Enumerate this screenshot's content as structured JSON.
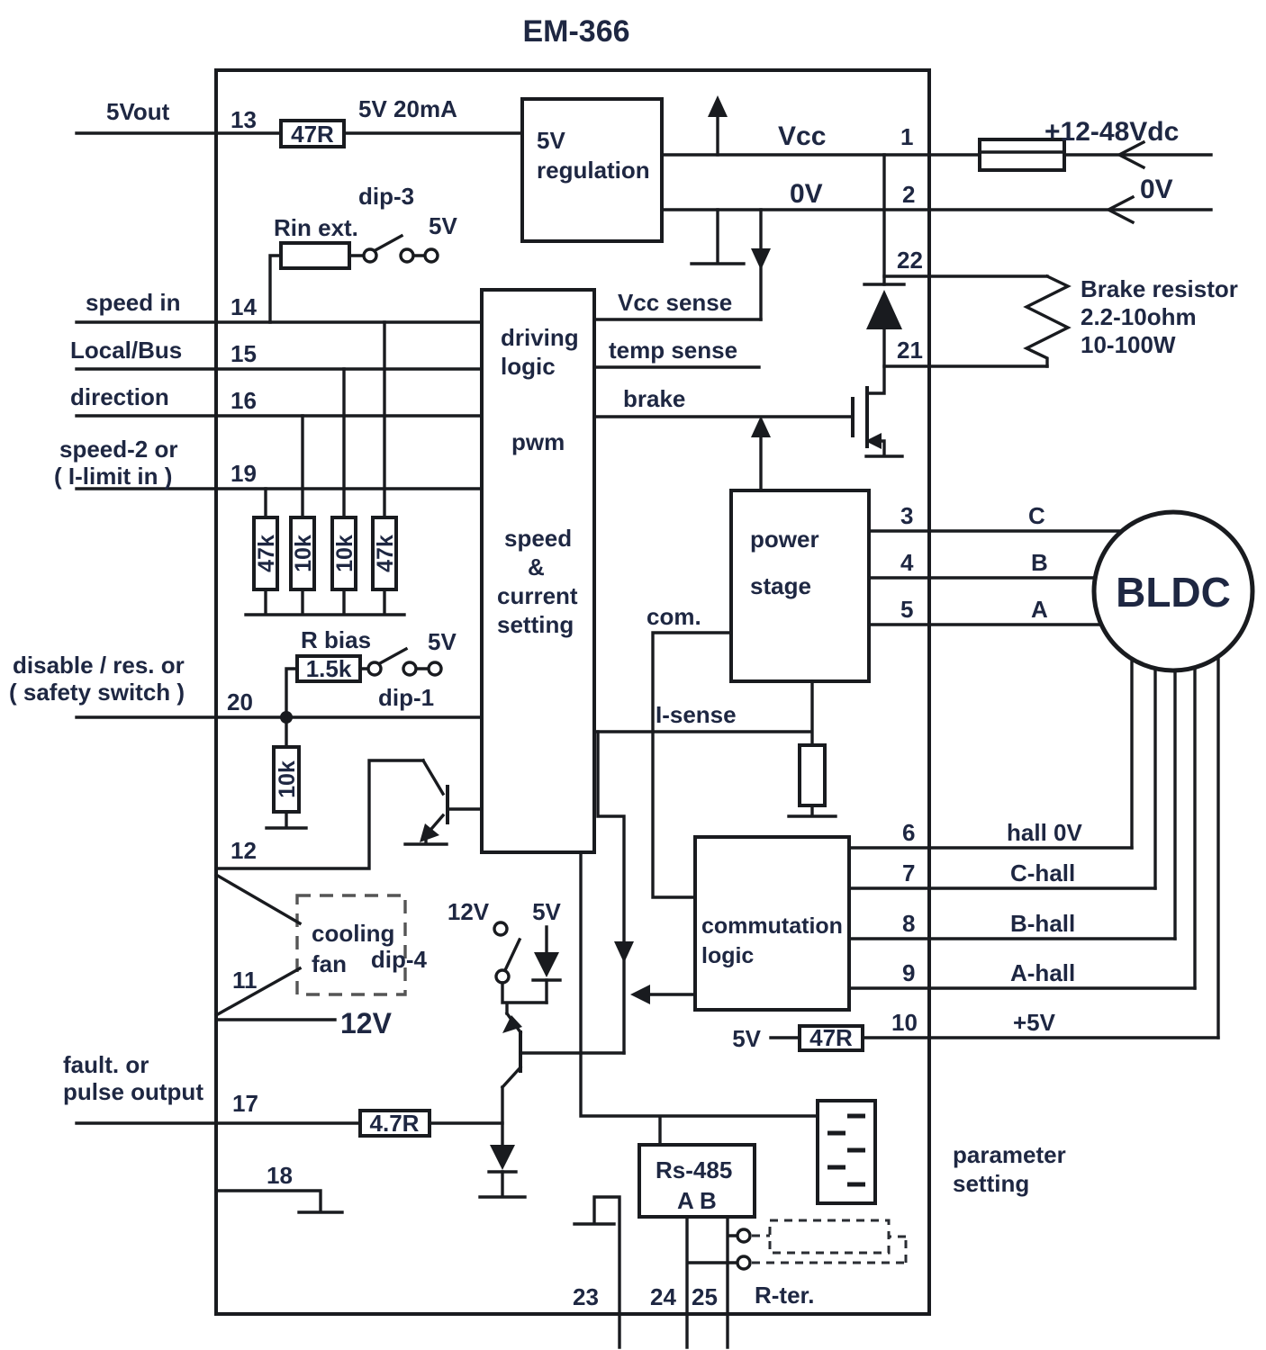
{
  "title": "EM-366",
  "io_left": {
    "vout": "5Vout",
    "speed_in": "speed in",
    "local_bus": "Local/Bus",
    "direction": "direction",
    "speed2_1": "speed-2 or",
    "speed2_2": "( I-limit in )",
    "disable_1": "disable / res.  or",
    "disable_2": "( safety switch )",
    "fault_1": "fault. or",
    "fault_2": "pulse output",
    "v12": "12V"
  },
  "io_right": {
    "vdc": "+12-48Vdc",
    "v0": "0V",
    "brake_res_1": "Brake resistor",
    "brake_res_2": "2.2-10ohm",
    "brake_res_3": "10-100W",
    "phase_c": "C",
    "phase_b": "B",
    "phase_a": "A",
    "motor": "BLDC",
    "hall_0v": "hall 0V",
    "c_hall": "C-hall",
    "b_hall": "B-hall",
    "a_hall": "A-hall",
    "p5": "+5V",
    "param_1": "parameter",
    "param_2": "setting",
    "rter": "R-ter."
  },
  "pins": {
    "p1": "1",
    "p2": "2",
    "p3": "3",
    "p4": "4",
    "p5": "5",
    "p6": "6",
    "p7": "7",
    "p8": "8",
    "p9": "9",
    "p10": "10",
    "p11": "11",
    "p12": "12",
    "p13": "13",
    "p14": "14",
    "p15": "15",
    "p16": "16",
    "p17": "17",
    "p18": "18",
    "p19": "19",
    "p20": "20",
    "p21": "21",
    "p22": "22",
    "p23": "23",
    "p24": "24",
    "p25": "25"
  },
  "blocks": {
    "reg_1": "5V",
    "reg_2": "regulation",
    "drv_1": "driving",
    "drv_2": "logic",
    "drv_3": "pwm",
    "drv_4": "speed",
    "drv_5": "&",
    "drv_6": "current",
    "drv_7": "setting",
    "pwr_1": "power",
    "pwr_2": "stage",
    "com_1": "commutation",
    "com_2": "logic",
    "rs_1": "Rs-485",
    "rs_2": "A  B",
    "fan_1": "cooling",
    "fan_2": "fan"
  },
  "signals": {
    "vcc": "Vcc",
    "v0": "0V",
    "v5_out": "5V  20mA",
    "vcc_sense": "Vcc sense",
    "temp_sense": "temp sense",
    "brake": "brake",
    "com": "com.",
    "i_sense": "I-sense"
  },
  "parts": {
    "r13": "47R",
    "rin": "Rin ext.",
    "dip3": "dip-3",
    "dip3_5v": "5V",
    "rk1": "47k",
    "rk2": "10k",
    "rk3": "10k",
    "rk4": "47k",
    "rbias_name": "R bias",
    "rbias_val": "1.5k",
    "dip1": "dip-1",
    "dip1_5v": "5V",
    "r20": "10k",
    "dip4": "dip-4",
    "dip4_12v": "12V",
    "dip4_5v": "5V",
    "rhall": "47R",
    "rhall_5v": "5V",
    "r17": "4.7R"
  }
}
